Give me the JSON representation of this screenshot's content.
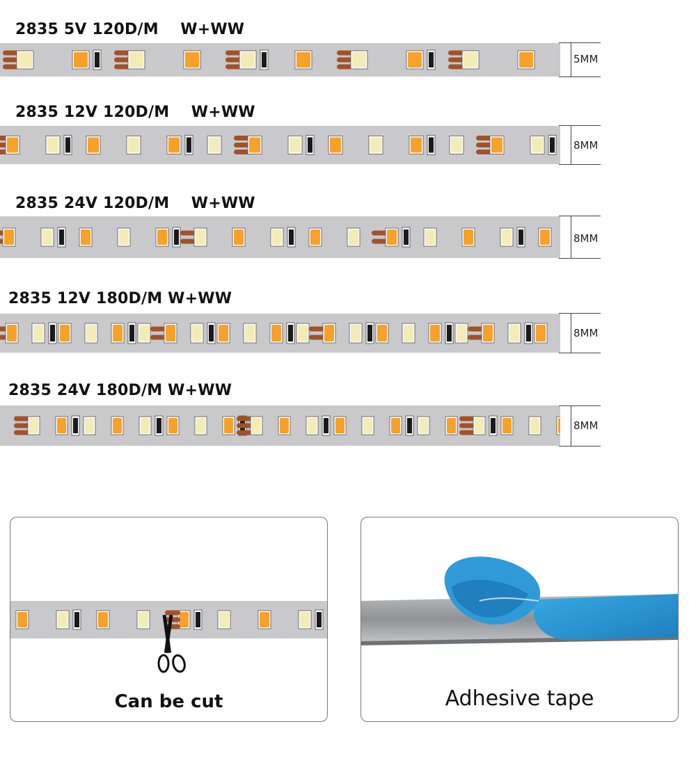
{
  "strips": [
    {
      "title": "2835 5V 120D/M    W+WW",
      "width_label": "5MM"
    },
    {
      "title": "2835 12V 120D/M    W+WW",
      "width_label": "8MM"
    },
    {
      "title": "2835 24V 120D/M    W+WW",
      "width_label": "8MM"
    },
    {
      "title": "2835 12V 180D/M W+WW",
      "width_label": "8MM"
    },
    {
      "title": "2835 24V 180D/M W+WW",
      "width_label": "8MM"
    }
  ],
  "panels": {
    "cut": {
      "caption": "Can be cut"
    },
    "tape": {
      "caption": "Adhesive tape"
    }
  },
  "colors": {
    "pcb": "#c9c9cb",
    "led_warm": "#f6a12a",
    "led_white": "#f3ecb6",
    "pad_copper": "#a0522d",
    "tape_blue": "#2e9bd8"
  }
}
